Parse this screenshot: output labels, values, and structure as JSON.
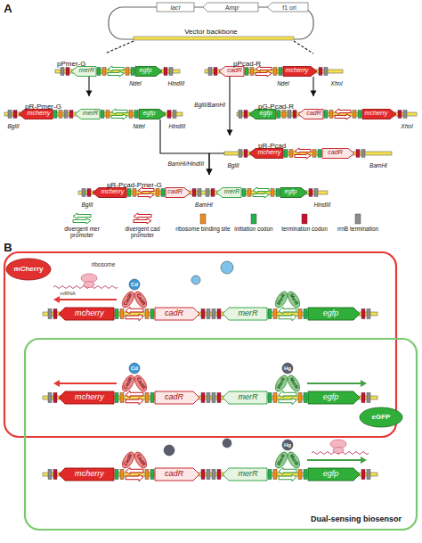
{
  "diagram": {
    "nodes": [
      {
        "text": [
          "Vector backbone"
        ]
      },
      {
        "text": [
          "pPmer-G"
        ]
      },
      {
        "text": [
          "pPcad-R"
        ]
      },
      {
        "text": [
          "pR-Pmer-G"
        ]
      },
      {
        "text": [
          "pG-Pcad-R"
        ]
      },
      {
        "text": [
          "pR-Pcad"
        ]
      },
      {
        "text": [
          "pR-Pcad-Pmer-G"
        ]
      }
    ],
    "edges": [
      {
        "from": 0,
        "to": 1,
        "arrow": "none"
      },
      {
        "from": 0,
        "to": 2,
        "arrow": "none"
      },
      {
        "from": 1,
        "to": 3,
        "arrow": "to"
      },
      {
        "from": 2,
        "to": 4,
        "arrow": "to"
      },
      {
        "from": 2,
        "to": 5,
        "label": "BglII/BamHI",
        "arrow": "to"
      },
      {
        "from": 3,
        "to": 6,
        "label": "BamHI/HindIII",
        "arrow": "to"
      },
      {
        "from": 5,
        "to": 6,
        "arrow": "to"
      }
    ],
    "labels": [
      "A",
      "lacI",
      "Ampʳ",
      "f1 ori",
      "merR",
      "egfp",
      "NdeI",
      "HindIII",
      "cadR",
      "mcherry",
      "NdeI",
      "XhoI",
      "mcherry",
      "merR",
      "egfp",
      "BglII",
      "NdeI",
      "HindIII",
      "egfp",
      "cadR",
      "mcherry",
      "XhoI",
      "mcherry",
      "cadR",
      "BglII",
      "BamHI",
      "mcherry",
      "cadR",
      "merR",
      "egfp",
      "BglII",
      "BamHI",
      "HindIII",
      "B",
      "mcherry",
      "cadR",
      "merR",
      "egfp",
      "mCherry",
      "ribosome",
      "mRNA",
      "Cd",
      "CadR",
      "CadR",
      "MerR",
      "MerR",
      "mcherry",
      "cadR",
      "merR",
      "egfp",
      "CadR",
      "CadR",
      "Cd",
      "MerR",
      "MerR",
      "Hg",
      "mcherry",
      "cadR",
      "merR",
      "egfp",
      "CadR",
      "CadR",
      "MerR",
      "MerR",
      "Hg",
      "eGFP",
      "Dual-sensing biosensor"
    ],
    "legend": [
      {
        "text": "divergent mer promoter"
      },
      {
        "text": "divergent cad promoter"
      },
      {
        "text": "ribosome binding site",
        "color": "#f08a1c"
      },
      {
        "text": "initiation codon",
        "color": "#22b24c"
      },
      {
        "text": "termination codon",
        "color": "#c8102e"
      },
      {
        "text": "rrnB termination",
        "color": "#8c8c8c"
      }
    ]
  }
}
